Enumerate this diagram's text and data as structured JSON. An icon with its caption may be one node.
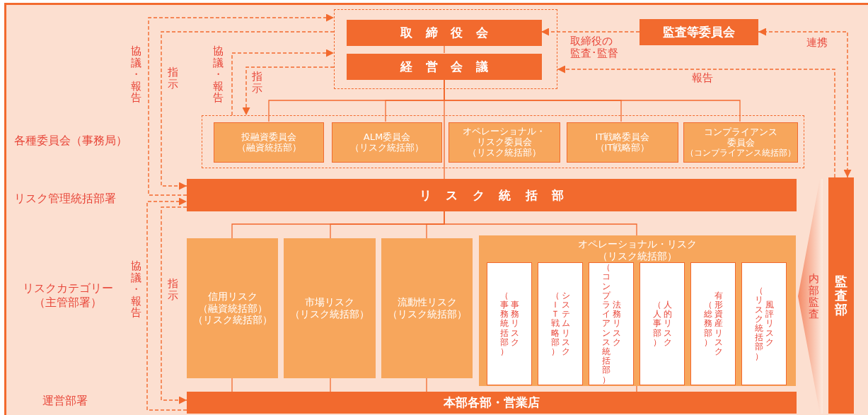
{
  "diagram": {
    "nodes": [
      {
        "text": [],
        "shape": "box"
      },
      {
        "text": [
          "取締役会"
        ],
        "in": 0
      },
      {
        "text": [
          "経営会議"
        ],
        "in": 0
      },
      {
        "text": [
          "監査等委員会"
        ]
      },
      {
        "text": [],
        "shape": "box"
      },
      {
        "text": [
          "投融資委員会",
          "（融資統括部）"
        ],
        "in": 4
      },
      {
        "text": [
          "ALM委員会",
          "（リスク統括部）"
        ],
        "in": 4
      },
      {
        "text": [
          "オペレーショナル・リスク委員会",
          "（リスク統括部）"
        ],
        "in": 4
      },
      {
        "text": [
          "IT戦略委員会",
          "（IT戦略部）"
        ],
        "in": 4
      },
      {
        "text": [
          "コンプライアンス委員会",
          "（コンプライアンス統括部）"
        ],
        "in": 4
      },
      {
        "text": [
          "リスク統括部"
        ]
      },
      {
        "text": [
          "信用リスク",
          "（融資統括部）",
          "（リスク統括部）"
        ]
      },
      {
        "text": [
          "市場リスク",
          "（リスク統括部）"
        ]
      },
      {
        "text": [
          "流動性リスク",
          "（リスク統括部）"
        ]
      },
      {
        "text": [
          "オペレーショナル・リスク",
          "（リスク統括部）"
        ]
      },
      {
        "text": [
          "（事務統括部）",
          "事務リスク"
        ],
        "in": 14
      },
      {
        "text": [
          "（ＩＴ戦略部）",
          "システムリスク"
        ],
        "in": 14
      },
      {
        "text": [
          "（コンプライアンス統括部）",
          "法務リスク"
        ],
        "in": 14
      },
      {
        "text": [
          "（人事部）",
          "人的リスク"
        ],
        "in": 14
      },
      {
        "text": [
          "（総務部）",
          "有形資産リスク"
        ],
        "in": 14
      },
      {
        "text": [
          "（リスク統括部）",
          "風評リスク"
        ],
        "in": 14
      },
      {
        "text": [
          "本部各部・営業店"
        ]
      },
      {
        "text": [
          "内部監査"
        ]
      },
      {
        "text": [
          "監査部"
        ]
      }
    ],
    "edges": [
      {
        "from": 1,
        "to": 2,
        "arrow": "none"
      },
      {
        "from": 3,
        "to": 1,
        "arrow": "to",
        "style": "dashed",
        "label": "取締役の監査･監督"
      },
      {
        "from": 23,
        "to": 3,
        "arrow": "both",
        "style": "dashed",
        "label": "連携"
      },
      {
        "from": 23,
        "to": 0,
        "arrow": "to",
        "style": "dashed",
        "label": "報告"
      },
      {
        "from": 10,
        "to": 0,
        "arrow": "to",
        "style": "dashed",
        "label": "協議・報告"
      },
      {
        "from": 0,
        "to": 10,
        "arrow": "to",
        "style": "dashed",
        "label": "指示"
      },
      {
        "from": 4,
        "to": 0,
        "arrow": "to",
        "style": "dashed",
        "label": "協議・報告"
      },
      {
        "from": 0,
        "to": 4,
        "arrow": "to",
        "style": "dashed",
        "label": "指示"
      },
      {
        "from": 2,
        "to": 5,
        "arrow": "none"
      },
      {
        "from": 2,
        "to": 6,
        "arrow": "none"
      },
      {
        "from": 2,
        "to": 8,
        "arrow": "none"
      },
      {
        "from": 2,
        "to": 9,
        "arrow": "none"
      },
      {
        "from": 2,
        "to": 10,
        "arrow": "none"
      },
      {
        "from": 10,
        "to": 11,
        "arrow": "none"
      },
      {
        "from": 10,
        "to": 12,
        "arrow": "none"
      },
      {
        "from": 10,
        "to": 13,
        "arrow": "none"
      },
      {
        "from": 10,
        "to": 14,
        "arrow": "none"
      },
      {
        "from": 11,
        "to": 21,
        "arrow": "none"
      },
      {
        "from": 12,
        "to": 21,
        "arrow": "none"
      },
      {
        "from": 13,
        "to": 21,
        "arrow": "none"
      },
      {
        "from": 14,
        "to": 21,
        "arrow": "none"
      },
      {
        "from": 21,
        "to": 10,
        "arrow": "to",
        "style": "dashed",
        "label": "協議・報告"
      },
      {
        "from": 10,
        "to": 21,
        "arrow": "to",
        "style": "dashed",
        "label": "指示"
      }
    ],
    "labels": [
      "各種委員会（事務局）",
      "リスク管理統括部署",
      "リスクカテゴリー（主管部署）",
      "運営部署"
    ]
  }
}
